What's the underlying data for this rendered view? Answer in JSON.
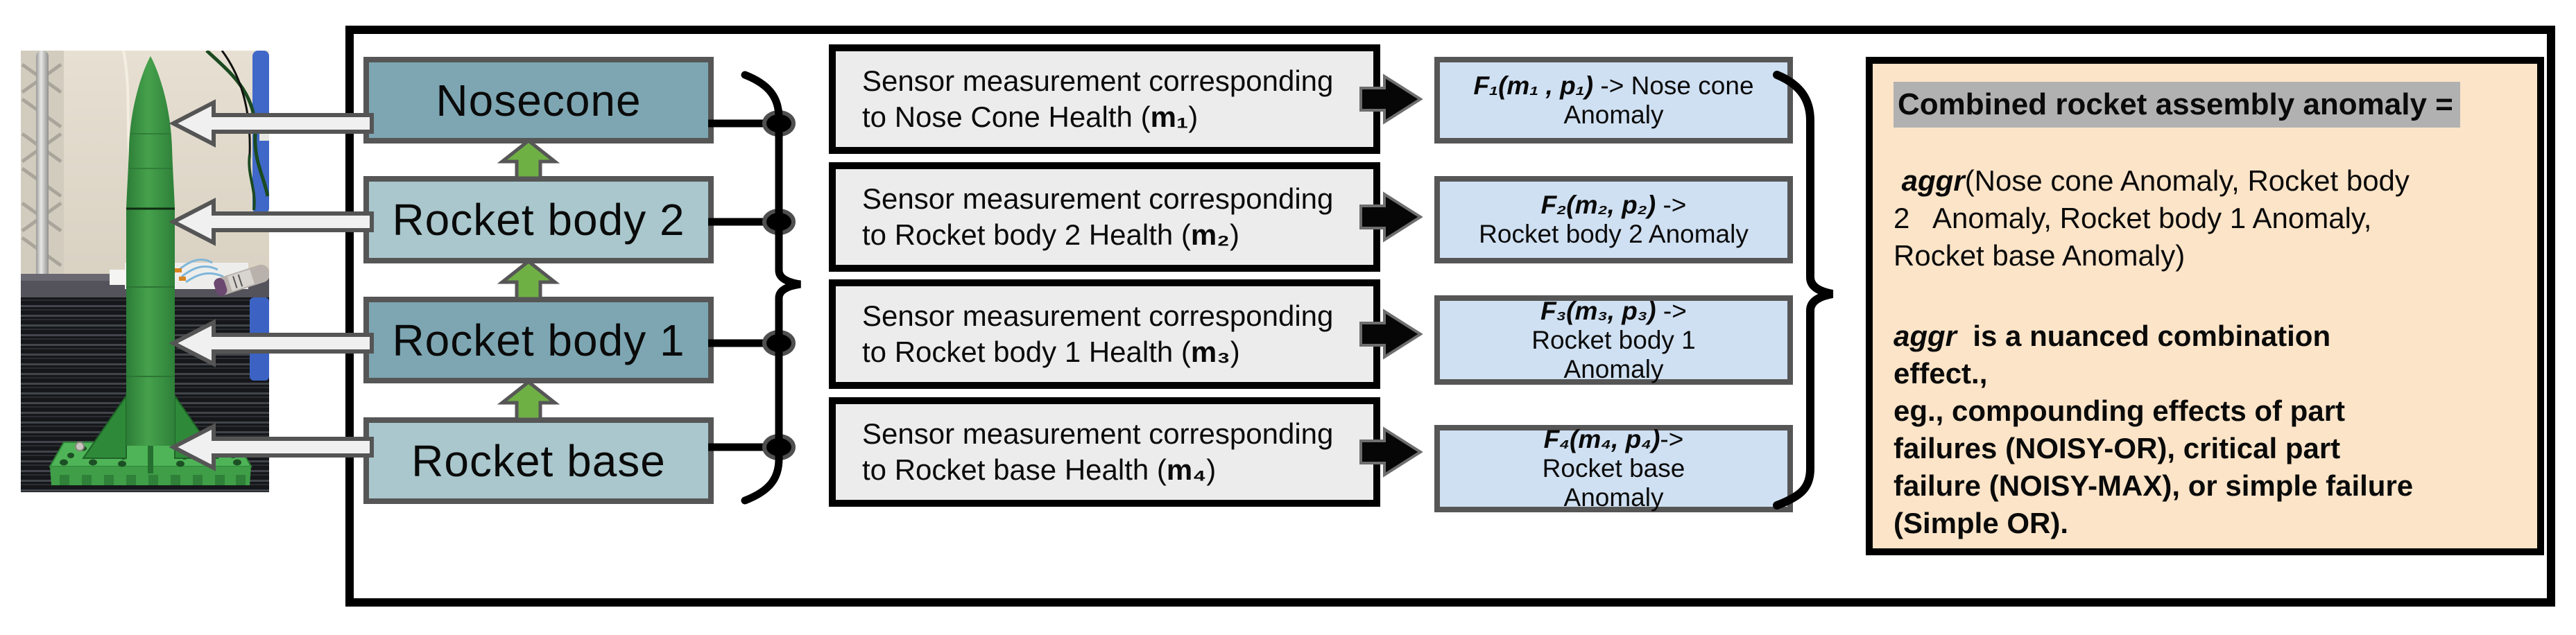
{
  "figure": {
    "description": "Rocket assembly anomaly aggregation diagram",
    "photo_subject": "Green 3D-printed model rocket on launch base in lab test bench"
  },
  "colors": {
    "component_dark": "#7da6b2",
    "component_light": "#a9c7cc",
    "sensor_box_bg": "#ececec",
    "f_box_bg": "#cfe0f2",
    "panel_bg": "#fce4c8",
    "title_highlight": "#b1b1b1",
    "arrow_green": "#6fb045",
    "arrow_gray_fill": "#f0f0f0",
    "border_gray": "#565656",
    "frame_black": "#000000"
  },
  "component_boxes": [
    {
      "label": "Nosecone"
    },
    {
      "label": "Rocket body 2"
    },
    {
      "label": "Rocket body 1"
    },
    {
      "label": "Rocket base"
    }
  ],
  "sensor_boxes": [
    {
      "line1": "Sensor measurement corresponding",
      "line2_pre": "to Nose Cone Health (",
      "line2_var": "m₁",
      "line2_post": ")"
    },
    {
      "line1": "Sensor measurement corresponding",
      "line2_pre": "to Rocket body 2 Health (",
      "line2_var": "m₂",
      "line2_post": ")"
    },
    {
      "line1": "Sensor measurement corresponding",
      "line2_pre": "to Rocket body 1 Health (",
      "line2_var": "m₃",
      "line2_post": ")"
    },
    {
      "line1": "Sensor measurement corresponding",
      "line2_pre": "to Rocket base Health (",
      "line2_var": "m₄",
      "line2_post": ")"
    }
  ],
  "f_boxes": [
    {
      "formula": "F₁(m₁ , p₁)",
      "rest": " -> Nose cone\nAnomaly"
    },
    {
      "formula": "F₂(m₂, p₂)",
      "rest": " ->\nRocket body 2 Anomaly"
    },
    {
      "formula": "F₃(m₃, p₃)",
      "rest": " ->\nRocket body 1\nAnomaly"
    },
    {
      "formula": "F₄(m₄, p₄)",
      "rest": "->\nRocket base\nAnomaly"
    }
  ],
  "panel": {
    "title": "Combined rocket assembly anomaly =",
    "p1_func": " aggr",
    "p1_rest": "(Nose cone Anomaly, Rocket body\n2   Anomaly, Rocket body 1 Anomaly,\nRocket base Anomaly)",
    "p2_func": "aggr",
    "p2_rest": "  is a nuanced combination\neffect.,\neg., compounding effects of part\nfailures (NOISY-OR), critical part\nfailure (NOISY-MAX), or simple failure\n(Simple OR)."
  }
}
